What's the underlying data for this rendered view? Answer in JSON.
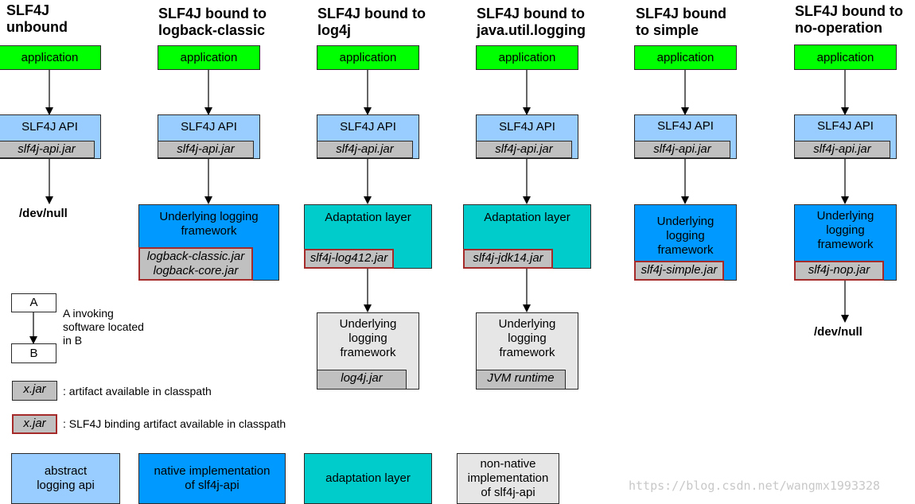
{
  "columns": [
    {
      "title_lines": [
        "SLF4J",
        "unbound"
      ],
      "application": "application",
      "api": "SLF4J API",
      "api_jar": "slf4j-api.jar",
      "end": "/dev/null"
    },
    {
      "title_lines": [
        "SLF4J bound to",
        "logback-classic"
      ],
      "application": "application",
      "api": "SLF4J API",
      "api_jar": "slf4j-api.jar",
      "layer_lines": [
        "Underlying logging",
        "framework"
      ],
      "jar_lines": [
        "logback-classic.jar",
        "logback-core.jar"
      ]
    },
    {
      "title_lines": [
        "SLF4J bound to",
        "log4j"
      ],
      "application": "application",
      "api": "SLF4J API",
      "api_jar": "slf4j-api.jar",
      "layer_lines": [
        "Adaptation layer"
      ],
      "layer_jar": "slf4j-log412.jar",
      "framework_lines": [
        "Underlying",
        "logging",
        "framework"
      ],
      "framework_jar": "log4j.jar"
    },
    {
      "title_lines": [
        "SLF4J bound to",
        "java.util.logging"
      ],
      "application": "application",
      "api": "SLF4J API",
      "api_jar": "slf4j-api.jar",
      "layer_lines": [
        "Adaptation layer"
      ],
      "layer_jar": "slf4j-jdk14.jar",
      "framework_lines": [
        "Underlying",
        "logging",
        "framework"
      ],
      "framework_jar": "JVM runtime"
    },
    {
      "title_lines": [
        "SLF4J bound",
        "to simple"
      ],
      "application": "application",
      "api": "SLF4J API",
      "api_jar": "slf4j-api.jar",
      "layer_lines": [
        "Underlying",
        "logging",
        "framework"
      ],
      "layer_jar": "slf4j-simple.jar"
    },
    {
      "title_lines": [
        "SLF4J bound to",
        "no-operation"
      ],
      "application": "application",
      "api": "SLF4J API",
      "api_jar": "slf4j-api.jar",
      "layer_lines": [
        "Underlying",
        "logging",
        "framework"
      ],
      "layer_jar": "slf4j-nop.jar",
      "end": "/dev/null"
    }
  ],
  "legend": {
    "a": "A",
    "b": "B",
    "invoke_lines": [
      "A invoking",
      "software located",
      "in B"
    ],
    "jar": "x.jar",
    "jar_desc": ": artifact available in classpath",
    "binding_jar": "x.jar",
    "binding_desc": ": SLF4J binding artifact available in classpath",
    "abstract_lines": [
      "abstract",
      "logging api"
    ],
    "native_lines": [
      "native implementation",
      "of slf4j-api"
    ],
    "adaptation": "adaptation layer",
    "nonnative_lines": [
      "non-native",
      "implementation",
      "of slf4j-api"
    ]
  },
  "colors": {
    "application": "#00ff00",
    "api": "#99ccff",
    "native": "#0099ff",
    "adaptation": "#00cccc",
    "nonnative": "#e6e6e6",
    "jar": "#c0c0c0",
    "binding_border": "#a52a2a"
  },
  "watermark": "https://blog.csdn.net/wangmx1993328"
}
